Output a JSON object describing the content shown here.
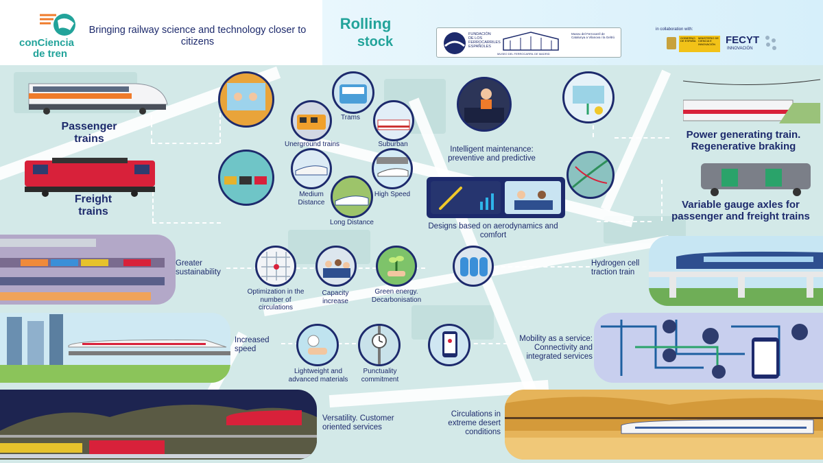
{
  "header": {
    "brand_line1": "conCiencia",
    "brand_line2": "de tren",
    "tagline": "Bringing railway science and technology closer to citizens",
    "title_line1": "Rolling",
    "title_line2": "stock",
    "collab_label": "in collaboration with:",
    "fecyt": "FECYT",
    "fecyt_sub": "INNOVACIÓN",
    "ffe": "FUNDACIÓN DE LOS FERROCARRILES ESPAÑOLES",
    "museum": "MUSEO DEL FERROCARRIL DE MADRID",
    "museum_cat": "Museu del Ferrocarril de Catalunya a Vilanova i la Geltrú",
    "gov": "GOBIERNO DE ESPAÑA",
    "ministry": "MINISTERIO DE CIENCIA E INNOVACIÓN"
  },
  "labels": {
    "passenger": "Passenger trains",
    "freight": "Freight trains",
    "trams": "Trams",
    "underground": "Unerground trains",
    "suburban": "Suburban",
    "medium": "Medium Distance",
    "high": "High Speed",
    "long": "Long Distance",
    "maintenance": "Intelligent maintenance: preventive and predictive",
    "aero": "Designs based on aerodynamics and comfort",
    "power": "Power generating train. Regenerative braking",
    "gauge": "Variable gauge axles for passenger and freight trains",
    "sustain": "Greater sustainability",
    "optim": "Optimization in the number of circulations",
    "capacity": "Capacity increase",
    "green": "Green energy. Decarbonisation",
    "hydrogen": "Hydrogen cell traction train",
    "speed": "Increased speed",
    "lightweight": "Lightweight and advanced materials",
    "punctuality": "Punctuality commitment",
    "maas": "Mobility as a service: Connectivity and integrated services",
    "versatility": "Versatility. Customer oriented services",
    "desert": "Circulations in extreme desert conditions"
  },
  "colors": {
    "navy": "#1d2a6c",
    "teal": "#22a39a",
    "road": "#ffffff",
    "map": "#d3e9e8",
    "red": "#d8213a"
  }
}
